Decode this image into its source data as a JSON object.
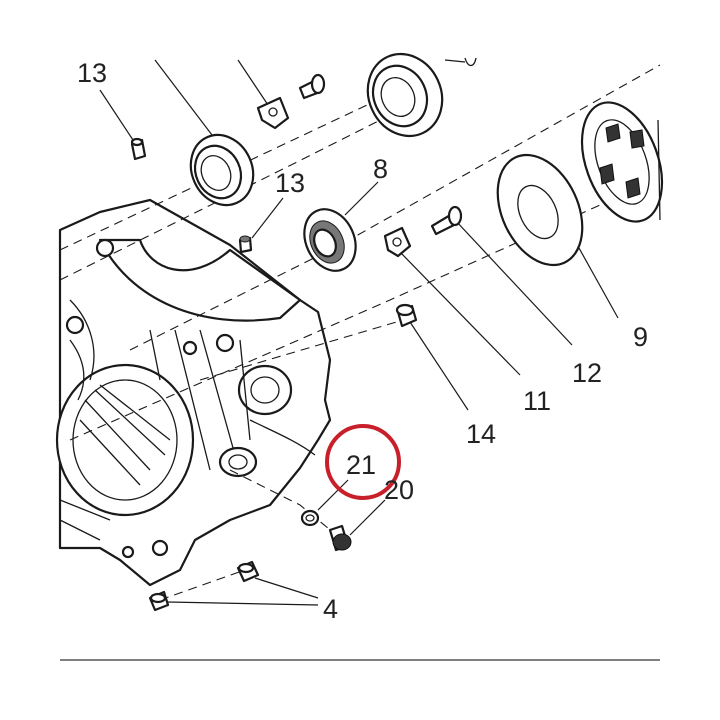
{
  "diagram": {
    "highlight_color": "#c8202a",
    "line_color": "#1a1a1a",
    "labels": {
      "l13a": "13",
      "l13b": "13",
      "l8": "8",
      "l9": "9",
      "l12": "12",
      "l11": "11",
      "l14": "14",
      "l21": "21",
      "l20": "20",
      "l4": "4"
    }
  }
}
